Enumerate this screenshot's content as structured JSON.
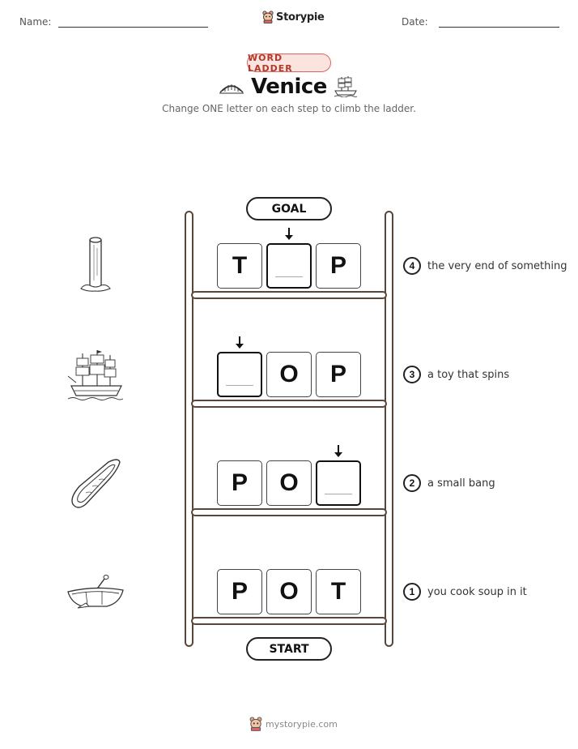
{
  "header": {
    "name_label": "Name:",
    "date_label": "Date:",
    "brand": "Storypie"
  },
  "badge": "WORD LADDER",
  "title": "Venice",
  "subtitle": "Change ONE letter on each step to climb the ladder.",
  "goal_label": "GOAL",
  "start_label": "START",
  "steps": [
    {
      "number": "4",
      "clue": "the very end of something",
      "letters": [
        "T",
        "",
        "P"
      ],
      "blank_index": 1,
      "picture": "mooring-pole-icon"
    },
    {
      "number": "3",
      "clue": "a toy that spins",
      "letters": [
        "",
        "O",
        "P"
      ],
      "blank_index": 0,
      "picture": "sailing-ship-icon"
    },
    {
      "number": "2",
      "clue": "a small bang",
      "letters": [
        "P",
        "O",
        ""
      ],
      "blank_index": 2,
      "picture": "gondola-icon"
    },
    {
      "number": "1",
      "clue": "you cook soup in it",
      "letters": [
        "P",
        "O",
        "T"
      ],
      "blank_index": -1,
      "picture": "rowboat-icon"
    }
  ],
  "footer": "mystorypie.com",
  "colors": {
    "badge_border": "#d9685b",
    "badge_fill": "#fbe4df",
    "ladder": "#5a4638"
  }
}
